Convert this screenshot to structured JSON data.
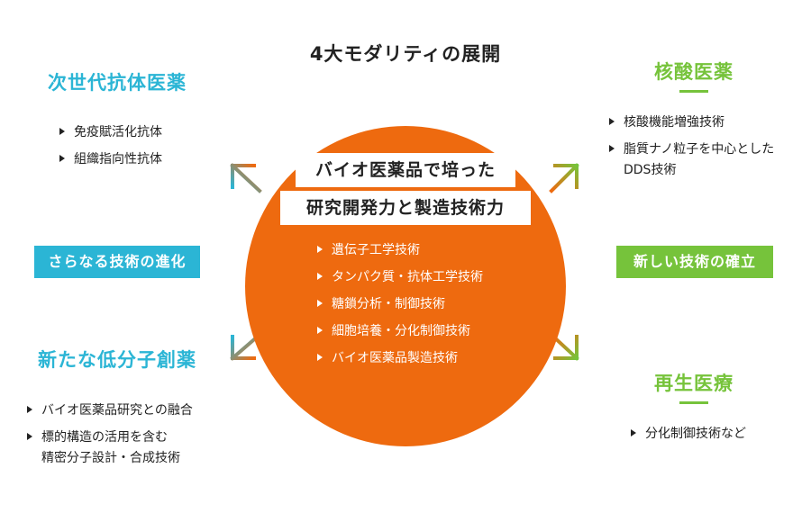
{
  "title": "4大モダリティの展開",
  "center": {
    "lines": [
      "バイオ医薬品で培った",
      "研究開発力と製造技術力"
    ],
    "items": [
      "遺伝子工学技術",
      "タンパク質・抗体工学技術",
      "糖鎖分析・制御技術",
      "細胞培養・分化制御技術",
      "バイオ医薬品製造技術"
    ]
  },
  "top_left": {
    "heading": "次世代抗体医薬",
    "items": [
      "免疫賦活化抗体",
      "組織指向性抗体"
    ]
  },
  "bottom_left": {
    "heading": "新たな低分子創薬",
    "items": [
      "バイオ医薬品研究との融合",
      "標的構造の活用を含む",
      "精密分子設計・合成技術"
    ]
  },
  "top_right": {
    "heading": "核酸医薬",
    "items": [
      "核酸機能増強技術",
      "脂質ナノ粒子を中心とした",
      "DDS技術"
    ]
  },
  "bottom_right": {
    "heading": "再生医療",
    "items": [
      "分化制御技術など"
    ]
  },
  "left_label": "さらなる技術の進化",
  "right_label": "新しい技術の確立",
  "colors": {
    "blue": "#2bb5d5",
    "green": "#76c33b",
    "orange": "#ee6a0f",
    "text": "#222222"
  }
}
